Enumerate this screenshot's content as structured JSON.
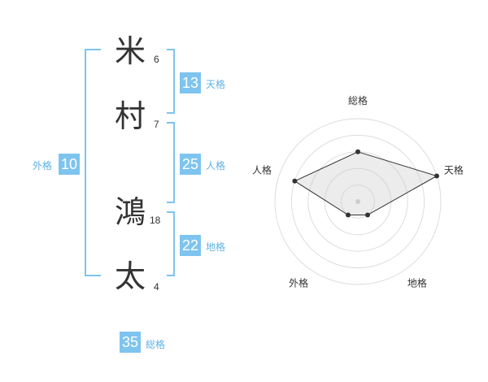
{
  "name": {
    "chars": [
      {
        "char": "米",
        "strokes": "6"
      },
      {
        "char": "村",
        "strokes": "7"
      },
      {
        "char": "鴻",
        "strokes": "18"
      },
      {
        "char": "太",
        "strokes": "4"
      }
    ]
  },
  "fortune": {
    "tenkaku": {
      "value": "13",
      "label": "天格"
    },
    "jinkaku": {
      "value": "25",
      "label": "人格"
    },
    "chikaku": {
      "value": "22",
      "label": "地格"
    },
    "gaikaku": {
      "value": "10",
      "label": "外格"
    },
    "soukaku": {
      "value": "35",
      "label": "総格"
    }
  },
  "colors": {
    "accent": "#7ec4ef",
    "text": "#333333"
  },
  "chart_data": {
    "type": "radar",
    "axes": [
      "総格",
      "天格",
      "地格",
      "外格",
      "人格"
    ],
    "values": [
      3,
      5,
      1,
      1,
      4
    ],
    "max": 5
  }
}
